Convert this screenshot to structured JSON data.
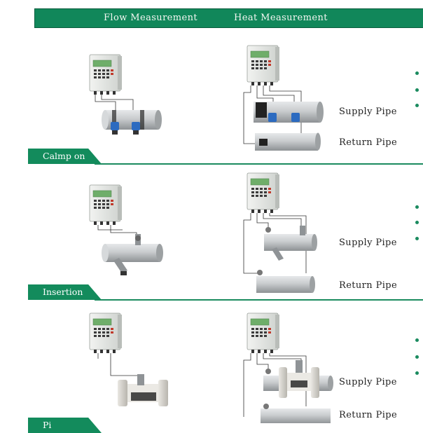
{
  "header": {
    "flow_label": "Flow Measurement",
    "heat_label": "Heat Measurement"
  },
  "sections": [
    {
      "tab": "Calmp on",
      "supply": "Supply Pipe",
      "return": "Return Pipe"
    },
    {
      "tab": "Insertion",
      "supply": "Supply Pipe",
      "return": "Return Pipe"
    },
    {
      "tab": "Pi",
      "supply": "Supply Pipe",
      "return": "Return Pipe"
    }
  ],
  "colors": {
    "brand_green": "#11875a",
    "pipe_gray": "#b9bcbe",
    "transducer_blue": "#2c6bc0"
  }
}
